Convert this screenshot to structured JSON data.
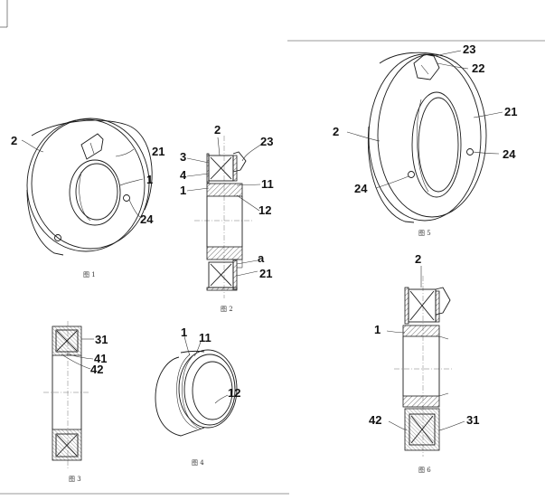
{
  "figures": {
    "fig1": {
      "caption": "图 1",
      "labels": {
        "l2": "2",
        "l21": "21",
        "l1": "1",
        "l24": "24"
      }
    },
    "fig2": {
      "caption": "图 2",
      "labels": {
        "l2": "2",
        "l3": "3",
        "l4": "4",
        "l1": "1",
        "l23": "23",
        "l11": "11",
        "l12": "12",
        "la": "a",
        "l21": "21"
      }
    },
    "fig3": {
      "caption": "图 3",
      "labels": {
        "l31": "31",
        "l41": "41",
        "l42": "42"
      }
    },
    "fig4": {
      "caption": "图 4",
      "labels": {
        "l1": "1",
        "l11": "11",
        "l12": "12"
      }
    },
    "fig5": {
      "caption": "图 5",
      "labels": {
        "l23": "23",
        "l22": "22",
        "l21": "21",
        "l2": "2",
        "l24a": "24",
        "l24b": "24"
      }
    },
    "fig6": {
      "caption": "图 6",
      "labels": {
        "l2": "2",
        "l1": "1",
        "l42": "42",
        "l31": "31"
      }
    }
  }
}
